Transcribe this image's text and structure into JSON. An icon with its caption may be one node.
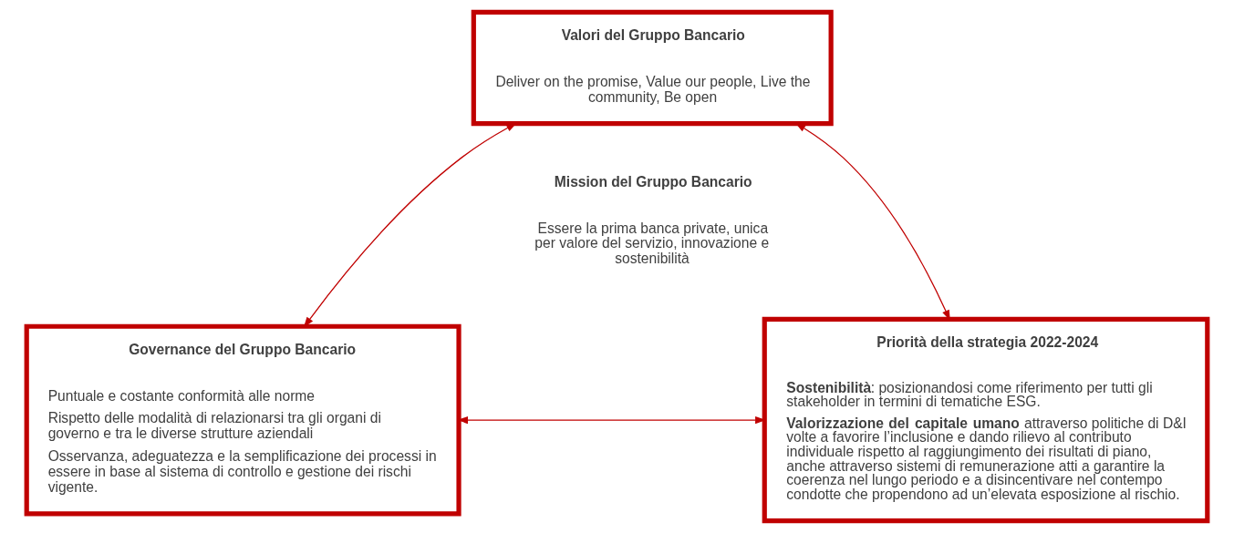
{
  "diagram": {
    "nodes": [
      {
        "text": [
          "Valori del Gruppo Bancario",
          "Deliver on the promise, Value our people, Live the community, Be open"
        ]
      },
      {
        "text": [
          "Governance del Gruppo Bancario",
          "Puntuale e costante conformità alle norme",
          "Rispetto delle modalità di relazionarsi tra gli organi di governo e tra le diverse strutture aziendali",
          "Osservanza, adeguatezza e la semplificazione dei processi in essere in base al sistema di controllo e gestione dei rischi vigente."
        ]
      },
      {
        "text": [
          "Priorità della strategia 2022-2024",
          "**Sostenibilità**: posizionandosi come riferimento per tutti gli stakeholder in termini di tematiche ESG.",
          "**Valorizzazione del capitale umano** attraverso politiche di D&I volte a favorire l’inclusione e dando rilievo al contributo individuale rispetto al raggiungimento dei risultati di piano, anche attraverso sistemi di remunerazione atti a garantire la coerenza nel lungo periodo e a disincentivare nel contempo condotte che propendono ad un’elevata esposizione al rischio."
        ]
      }
    ],
    "edges": [
      {
        "from": 0,
        "to": 1,
        "arrow": "both",
        "color": "#c00000"
      },
      {
        "from": 0,
        "to": 2,
        "arrow": "both",
        "color": "#c00000"
      },
      {
        "from": 1,
        "to": 2,
        "arrow": "both",
        "color": "#c00000"
      }
    ],
    "labels": [
      "Mission del Gruppo Bancario",
      "Essere la prima banca private, unica per valore del servizio, innovazione e sostenibilità"
    ]
  }
}
